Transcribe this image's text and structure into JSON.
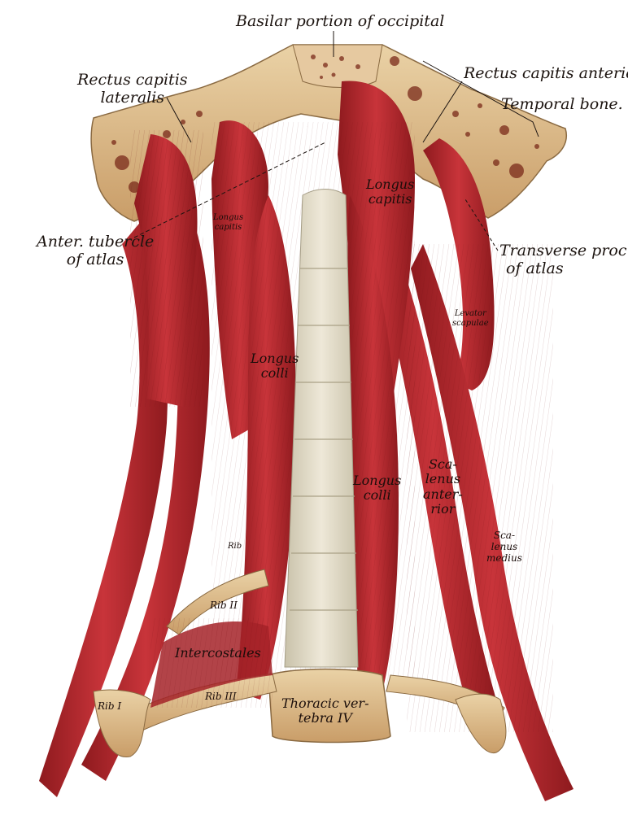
{
  "labels": {
    "basilar": "Basilar portion of occipital",
    "rectus_lateralis": [
      "Rectus capitis",
      "lateralis"
    ],
    "rectus_anterior": "Rectus capitis anterior",
    "temporal": "Temporal bone.",
    "anter_tubercle": [
      "Anter. tubercle",
      "of atlas"
    ],
    "transverse": [
      "Transverse proc.",
      "of atlas"
    ],
    "longus_capitis_right": [
      "Longus",
      "capitis"
    ],
    "longus_capitis_left": [
      "Longus",
      "capitis"
    ],
    "levator": [
      "Levator",
      "scapulae"
    ],
    "longus_colli_left": [
      "Longus",
      "colli"
    ],
    "longus_colli_right": [
      "Longus",
      "colli"
    ],
    "scalenus_anterior": [
      "Sca-",
      "lenus",
      "anter-",
      "rior"
    ],
    "scalenus_medius": [
      "Sca-",
      "lenus",
      "medius"
    ],
    "rib_left_upper": "Rib",
    "rib_ii": "Rib II",
    "intercostales": "Intercostales",
    "rib_i": "Rib I",
    "rib_iii": "Rib III",
    "thoracic": [
      "Thoracic ver-",
      "tebra IV"
    ]
  },
  "colors": {
    "bone": "#d9b98a",
    "bone_dark": "#b98e5c",
    "muscle": "#b8242a",
    "muscle_dark": "#7a1216",
    "tendon": "#ddd6c2",
    "pore": "#7a2a1a"
  }
}
